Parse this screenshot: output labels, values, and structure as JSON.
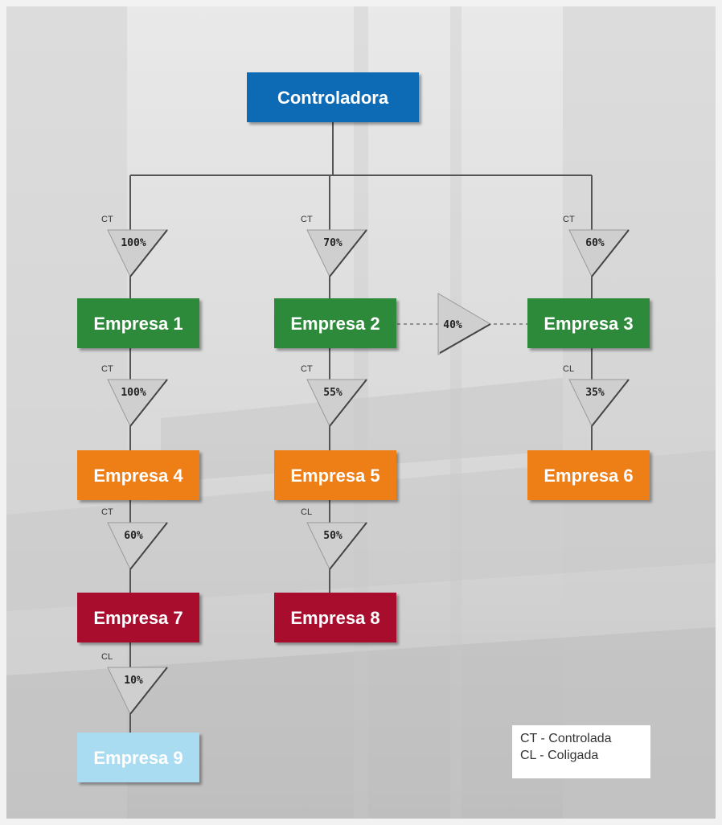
{
  "colors": {
    "root": "#0a6bb5",
    "level1": "#2e8a3a",
    "level2": "#ee7e14",
    "level3": "#a8112e",
    "level4": "#a9dcf0",
    "triangle": "#cfcfcf",
    "line": "#555555"
  },
  "nodes": [
    {
      "id": "controladora",
      "label": "Controladora",
      "color": "root"
    },
    {
      "id": "empresa-1",
      "label": "Empresa 1",
      "color": "level1"
    },
    {
      "id": "empresa-2",
      "label": "Empresa 2",
      "color": "level1"
    },
    {
      "id": "empresa-3",
      "label": "Empresa 3",
      "color": "level1"
    },
    {
      "id": "empresa-4",
      "label": "Empresa 4",
      "color": "level2"
    },
    {
      "id": "empresa-5",
      "label": "Empresa 5",
      "color": "level2"
    },
    {
      "id": "empresa-6",
      "label": "Empresa 6",
      "color": "level2"
    },
    {
      "id": "empresa-7",
      "label": "Empresa 7",
      "color": "level3"
    },
    {
      "id": "empresa-8",
      "label": "Empresa 8",
      "color": "level3"
    },
    {
      "id": "empresa-9",
      "label": "Empresa 9",
      "color": "level4"
    }
  ],
  "stakes": [
    {
      "id": "c-e1",
      "from": "controladora",
      "to": "empresa-1",
      "type": "CT",
      "percent": "100%"
    },
    {
      "id": "c-e2",
      "from": "controladora",
      "to": "empresa-2",
      "type": "CT",
      "percent": "70%"
    },
    {
      "id": "c-e3",
      "from": "controladora",
      "to": "empresa-3",
      "type": "CT",
      "percent": "60%"
    },
    {
      "id": "e2-e3",
      "from": "empresa-2",
      "to": "empresa-3",
      "type": "",
      "percent": "40%"
    },
    {
      "id": "e1-e4",
      "from": "empresa-1",
      "to": "empresa-4",
      "type": "CT",
      "percent": "100%"
    },
    {
      "id": "e2-e5",
      "from": "empresa-2",
      "to": "empresa-5",
      "type": "CT",
      "percent": "55%"
    },
    {
      "id": "e3-e6",
      "from": "empresa-3",
      "to": "empresa-6",
      "type": "CL",
      "percent": "35%"
    },
    {
      "id": "e4-e7",
      "from": "empresa-4",
      "to": "empresa-7",
      "type": "CT",
      "percent": "60%"
    },
    {
      "id": "e5-e8",
      "from": "empresa-5",
      "to": "empresa-8",
      "type": "CL",
      "percent": "50%"
    },
    {
      "id": "e7-e9",
      "from": "empresa-7",
      "to": "empresa-9",
      "type": "CL",
      "percent": "10%"
    }
  ],
  "legend": {
    "line1": "CT - Controlada",
    "line2": "CL - Coligada"
  }
}
